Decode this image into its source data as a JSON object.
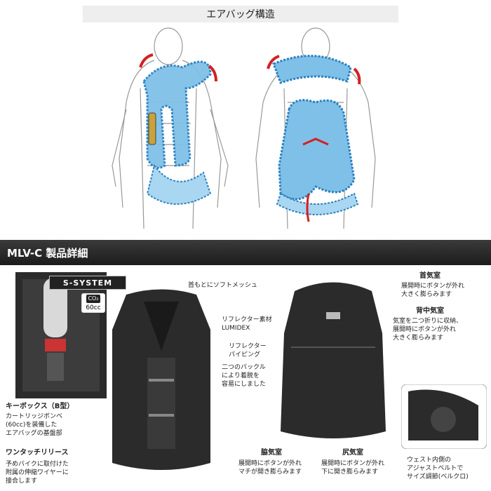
{
  "top_title": "エアバッグ構造",
  "section_title": "MLV-C 製品詳細",
  "badge": "S-SYSTEM",
  "co2": {
    "top": "CO₂",
    "bottom": "60cc"
  },
  "labels": {
    "neck_mesh": "首もとにソフトメッシュ",
    "reflector_material": "リフレクター素材\nLUMIDEX",
    "reflector_piping": "リフレクター\nパイピング",
    "buckles": "二つのバックル\nにより着脱を\n容易にしました",
    "keybox_title": "キーボックス（B型）",
    "keybox_desc": "カートリッジボンベ\n(60cc)を装備した\nエアバッグの基盤部",
    "onetouch_title": "ワンタッチリリース",
    "onetouch_desc": "予めバイクに取付けた\n附属の伸縮ワイヤーに\n接合します",
    "neck_chamber_title": "首気室",
    "neck_chamber_desc": "展開時にボタンが外れ\n大きく膨らみます",
    "back_chamber_title": "背中気室",
    "back_chamber_desc": "気室を二つ折りに収納、\n展開時にボタンが外れ\n大きく膨らみます",
    "side_chamber_title": "脇気室",
    "side_chamber_desc": "展開時にボタンが外れ\nマチが開き膨らみます",
    "hip_chamber_title": "尻気室",
    "hip_chamber_desc": "展開時にボタンが外れ\n下に開き膨らみます",
    "waist_desc": "ウェスト内側の\nアジャストベルトで\nサイズ調節(ベルクロ)"
  },
  "colors": {
    "airbag": "#7fc0e8",
    "airbag_stroke": "#2a7fc0",
    "arrow": "#d42020",
    "vest": "#2b2b2b"
  }
}
